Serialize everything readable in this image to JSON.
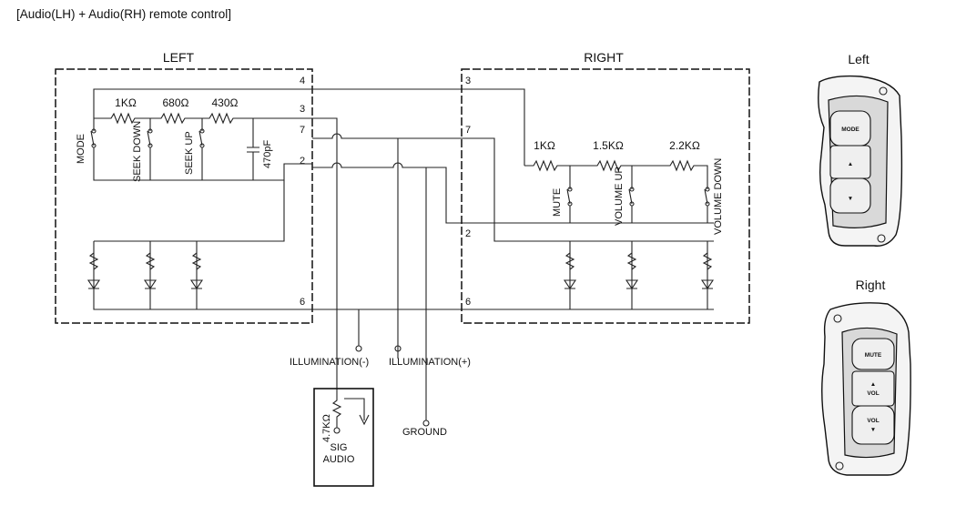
{
  "header": {
    "title": "[Audio(LH) + Audio(RH) remote control]"
  },
  "left_block": {
    "title": "LEFT",
    "pins": [
      "4",
      "3",
      "7",
      "2",
      "6"
    ],
    "resistors": [
      "1KΩ",
      "680Ω",
      "430Ω"
    ],
    "capacitor": "470pF",
    "switches": [
      "MODE",
      "SEEK DOWN",
      "SEEK UP"
    ]
  },
  "right_block": {
    "title": "RIGHT",
    "pins": [
      "3",
      "7",
      "2",
      "6"
    ],
    "resistors": [
      "1KΩ",
      "1.5KΩ",
      "2.2KΩ"
    ],
    "switches": [
      "MUTE",
      "VOLUME UP",
      "VOLUME DOWN"
    ]
  },
  "external": {
    "illumination_neg": "ILLUMINATION(-)",
    "illumination_pos": "ILLUMINATION(+)",
    "ground": "GROUND",
    "pot_value": "4.7KΩ",
    "sig_audio_line1": "SIG",
    "sig_audio_line2": "AUDIO"
  },
  "controls": {
    "left_title": "Left",
    "right_title": "Right",
    "left_buttons": [
      "MODE",
      "▲",
      "▼"
    ],
    "right_buttons": [
      "MUTE",
      "VOL",
      "VOL"
    ]
  }
}
